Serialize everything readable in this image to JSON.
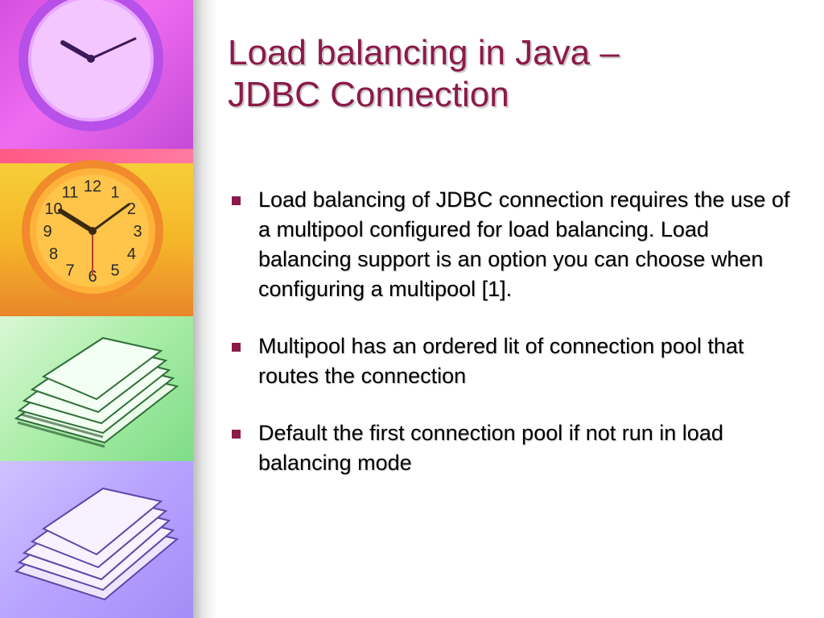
{
  "slide": {
    "title_lines": [
      "Load balancing in Java –",
      "JDBC Connection"
    ],
    "bullets": [
      "Load balancing of JDBC connection requires the use of a multipool configured for load balancing. Load balancing support is an option you can choose when configuring a multipool [1].",
      "Multipool has an ordered lit of connection pool that routes the connection",
      "Default the first connection pool if not run in load balancing mode"
    ],
    "bullet_marker_icon": "square-bullet-icon"
  },
  "decor": {
    "images": [
      "clock-icon",
      "clock-icon",
      "paper-stack-icon",
      "paper-stack-icon"
    ],
    "clock_numbers": [
      "12",
      "1",
      "2",
      "3",
      "4",
      "5",
      "6",
      "7",
      "8",
      "9",
      "10",
      "11"
    ]
  },
  "colors": {
    "title": "#8b1a4a",
    "bullet": "#8b1a4a",
    "text": "#000000"
  }
}
